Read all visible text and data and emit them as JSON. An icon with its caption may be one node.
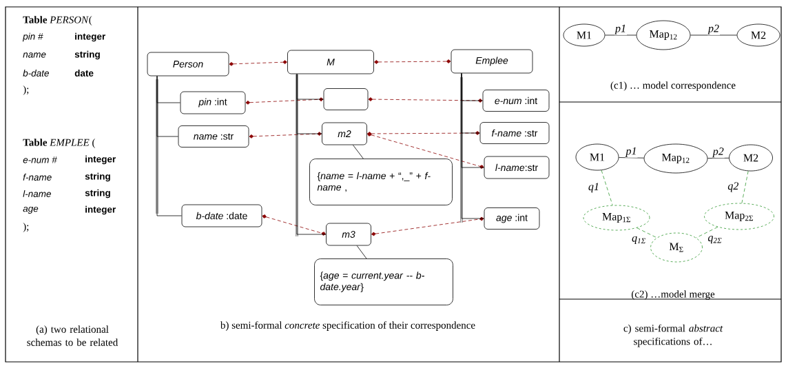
{
  "diagram": {
    "nodes": [
      {
        "text": [
          "Person"
        ]
      },
      {
        "text": [
          "M"
        ]
      },
      {
        "text": [
          "Emplee"
        ]
      },
      {
        "text": [
          "*pin* :int"
        ]
      },
      {
        "text": [
          "*name* :str"
        ]
      },
      {
        "text": [
          "*b-date* :date"
        ]
      },
      {
        "text": [],
        "shape": "box"
      },
      {
        "text": [
          "m2"
        ]
      },
      {
        "text": [
          "{*name* = *l-name* + “,_” + *f-name* ,"
        ]
      },
      {
        "text": [
          "m3"
        ]
      },
      {
        "text": [
          "{*age* = *current.year* -- *b-date.year*}"
        ]
      },
      {
        "text": [
          "*e-num* :int"
        ]
      },
      {
        "text": [
          "*f-name* :str"
        ]
      },
      {
        "text": [
          "*l-name*:str"
        ]
      },
      {
        "text": [
          "*age* :int"
        ]
      },
      {
        "text": [
          "M1"
        ]
      },
      {
        "text": [
          "Map$_{12}$"
        ]
      },
      {
        "text": [
          "M2"
        ]
      },
      {
        "text": [
          "M1"
        ]
      },
      {
        "text": [
          "Map$_{12}$"
        ]
      },
      {
        "text": [
          "M2"
        ]
      },
      {
        "text": [
          "Map$_{1Σ}$"
        ]
      },
      {
        "text": [
          "M$_{Σ}$"
        ]
      },
      {
        "text": [
          "Map$_{2Σ}$"
        ]
      }
    ],
    "edges": [
      {
        "from": 0,
        "to": 1,
        "arrow": "other",
        "style": "dashed",
        "color": "#8b0000"
      },
      {
        "from": 1,
        "to": 2,
        "arrow": "other",
        "style": "dashed",
        "color": "#8b0000"
      },
      {
        "from": 3,
        "to": 6,
        "arrow": "other",
        "style": "dashed",
        "color": "#8b0000"
      },
      {
        "from": 6,
        "to": 11,
        "arrow": "other",
        "style": "dashed",
        "color": "#8b0000"
      },
      {
        "from": 4,
        "to": 7,
        "arrow": "other",
        "style": "dashed",
        "color": "#8b0000"
      },
      {
        "from": 7,
        "to": 12,
        "arrow": "other",
        "style": "dashed",
        "color": "#8b0000"
      },
      {
        "from": 7,
        "to": 13,
        "arrow": "other",
        "style": "dashed",
        "color": "#8b0000"
      },
      {
        "from": 5,
        "to": 9,
        "arrow": "other",
        "style": "dashed",
        "color": "#8b0000"
      },
      {
        "from": 9,
        "to": 14,
        "arrow": "other",
        "style": "dashed",
        "color": "#8b0000"
      },
      {
        "from": 0,
        "to": 3,
        "arrow": "none"
      },
      {
        "from": 0,
        "to": 4,
        "arrow": "none"
      },
      {
        "from": 0,
        "to": 5,
        "arrow": "none"
      },
      {
        "from": 1,
        "to": 6,
        "arrow": "none"
      },
      {
        "from": 1,
        "to": 7,
        "arrow": "none"
      },
      {
        "from": 1,
        "to": 9,
        "arrow": "none"
      },
      {
        "from": 2,
        "to": 11,
        "arrow": "none"
      },
      {
        "from": 2,
        "to": 12,
        "arrow": "none"
      },
      {
        "from": 2,
        "to": 13,
        "arrow": "none"
      },
      {
        "from": 2,
        "to": 14,
        "arrow": "none"
      },
      {
        "from": 7,
        "to": 8,
        "arrow": "none"
      },
      {
        "from": 9,
        "to": 10,
        "arrow": "none"
      },
      {
        "from": 15,
        "to": 16,
        "arrow": "none",
        "label": "p1"
      },
      {
        "from": 16,
        "to": 17,
        "arrow": "none",
        "label": "p2"
      },
      {
        "from": 18,
        "to": 19,
        "arrow": "none",
        "label": "p1"
      },
      {
        "from": 19,
        "to": 20,
        "arrow": "none",
        "label": "p2"
      },
      {
        "from": 18,
        "to": 21,
        "arrow": "none",
        "label": "q1",
        "style": "dashed",
        "color": "#339933"
      },
      {
        "from": 20,
        "to": 23,
        "arrow": "none",
        "label": "q2",
        "style": "dashed",
        "color": "#339933"
      },
      {
        "from": 21,
        "to": 22,
        "arrow": "none",
        "label": "q$_{1Σ}$",
        "style": "dashed",
        "color": "#339933"
      },
      {
        "from": 23,
        "to": 22,
        "arrow": "none",
        "label": "q$_{2Σ}$",
        "style": "dashed",
        "color": "#339933"
      }
    ],
    "labels": [
      "**Table** *PERSON*(",
      "pin #",
      "integer",
      "name",
      "string",
      "b-date",
      "date",
      ");",
      "**Table** *EMPLEE* (",
      "e-num #",
      "integer",
      "f-name",
      "string",
      "l-name",
      "string",
      "age",
      "integer",
      ");",
      "(a) two relational schemas to be related",
      "b) semi-formal *concrete* specification of their correspondence",
      "(c1)  … model correspondence",
      "(c2) …model merge",
      "c) semi-formal *abstract* specifications of…"
    ]
  }
}
